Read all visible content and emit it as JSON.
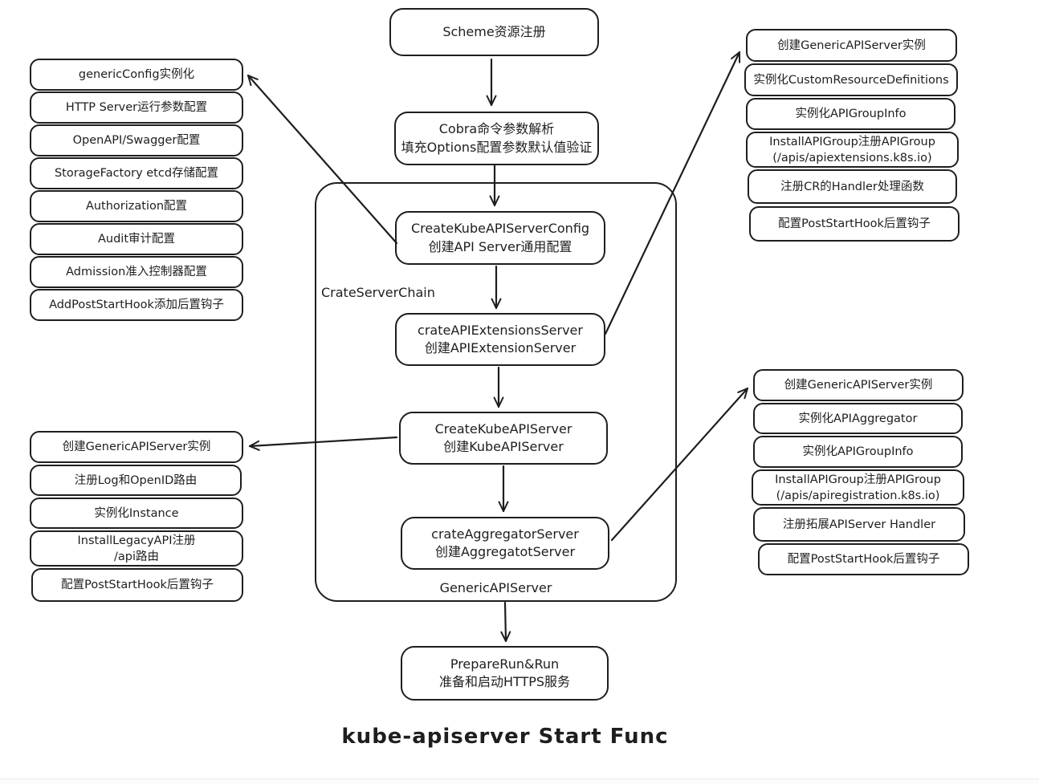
{
  "title": "kube-apiserver Start Func",
  "colors": {
    "stroke": "#1e1e1e",
    "background": "#ffffff"
  },
  "nodes": {
    "scheme": "Scheme资源注册",
    "cobra": "Cobra命令参数解析\n填充Options配置参数默认值验证",
    "create_config": "CreateKubeAPIServerConfig\n创建API Server通用配置",
    "crate_extensions": "crateAPIExtensionsServer\n创建APIExtensionServer",
    "create_kube": "CreateKubeAPIServer\n创建KubeAPIServer",
    "crate_aggregator": "crateAggregatorServer\n创建AggregatotServer",
    "prepare_run": "PrepareRun&Run\n准备和启动HTTPS服务"
  },
  "container": {
    "label_chain": "CrateServerChain",
    "label_generic": "GenericAPIServer"
  },
  "stacks": {
    "generic_config": [
      "genericConfig实例化",
      "HTTP Server运行参数配置",
      "OpenAPI/Swagger配置",
      "StorageFactory etcd存储配置",
      "Authorization配置",
      "Audit审计配置",
      "Admission准入控制器配置",
      "AddPostStartHook添加后置钩子"
    ],
    "api_extensions": [
      "创建GenericAPIServer实例",
      "实例化CustomResourceDefinitions",
      "实例化APIGroupInfo",
      "InstallAPIGroup注册APIGroup\n(/apis/apiextensions.k8s.io)",
      "注册CR的Handler处理函数",
      "配置PostStartHook后置钩子"
    ],
    "kube_apiserver": [
      "创建GenericAPIServer实例",
      "注册Log和OpenID路由",
      "实例化Instance",
      "InstallLegacyAPI注册\n/api路由",
      "配置PostStartHook后置钩子"
    ],
    "aggregator": [
      "创建GenericAPIServer实例",
      "实例化APIAggregator",
      "实例化APIGroupInfo",
      "InstallAPIGroup注册APIGroup\n(/apis/apiregistration.k8s.io)",
      "注册拓展APIServer Handler",
      "配置PostStartHook后置钩子"
    ]
  }
}
